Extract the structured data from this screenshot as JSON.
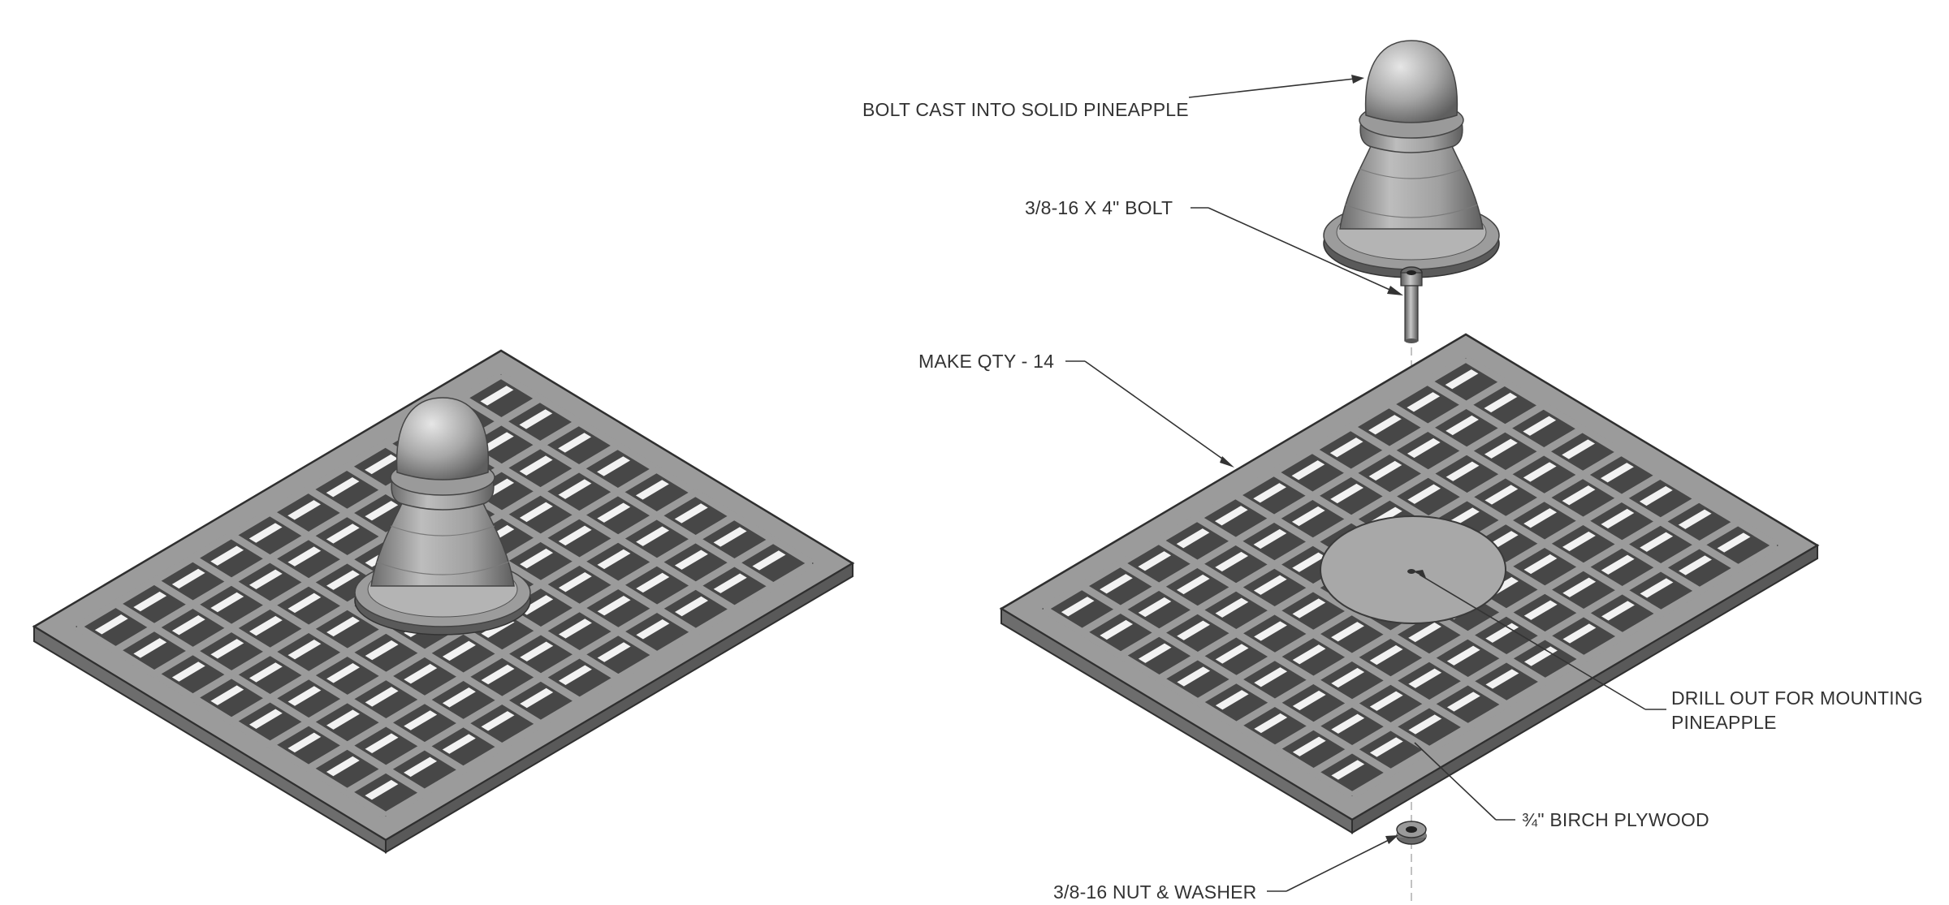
{
  "callouts": {
    "pineapple": "BOLT CAST INTO SOLID PINEAPPLE",
    "bolt": "3/8-16 X 4\" BOLT",
    "qty": "MAKE QTY - 14",
    "drill_line1": "DRILL OUT FOR MOUNTING",
    "drill_line2": "PINEAPPLE",
    "plywood": "¾\" BIRCH PLYWOOD",
    "nut": "3/8-16 NUT & WASHER"
  },
  "colors": {
    "frame_top": "#9b9b9b",
    "frame_side_left": "#707070",
    "frame_side_right": "#5c5c5c",
    "cell_dark": "#474747",
    "slat_light": "#f2f2f2",
    "mount_disc": "#a8a8a8",
    "line": "#333333"
  }
}
